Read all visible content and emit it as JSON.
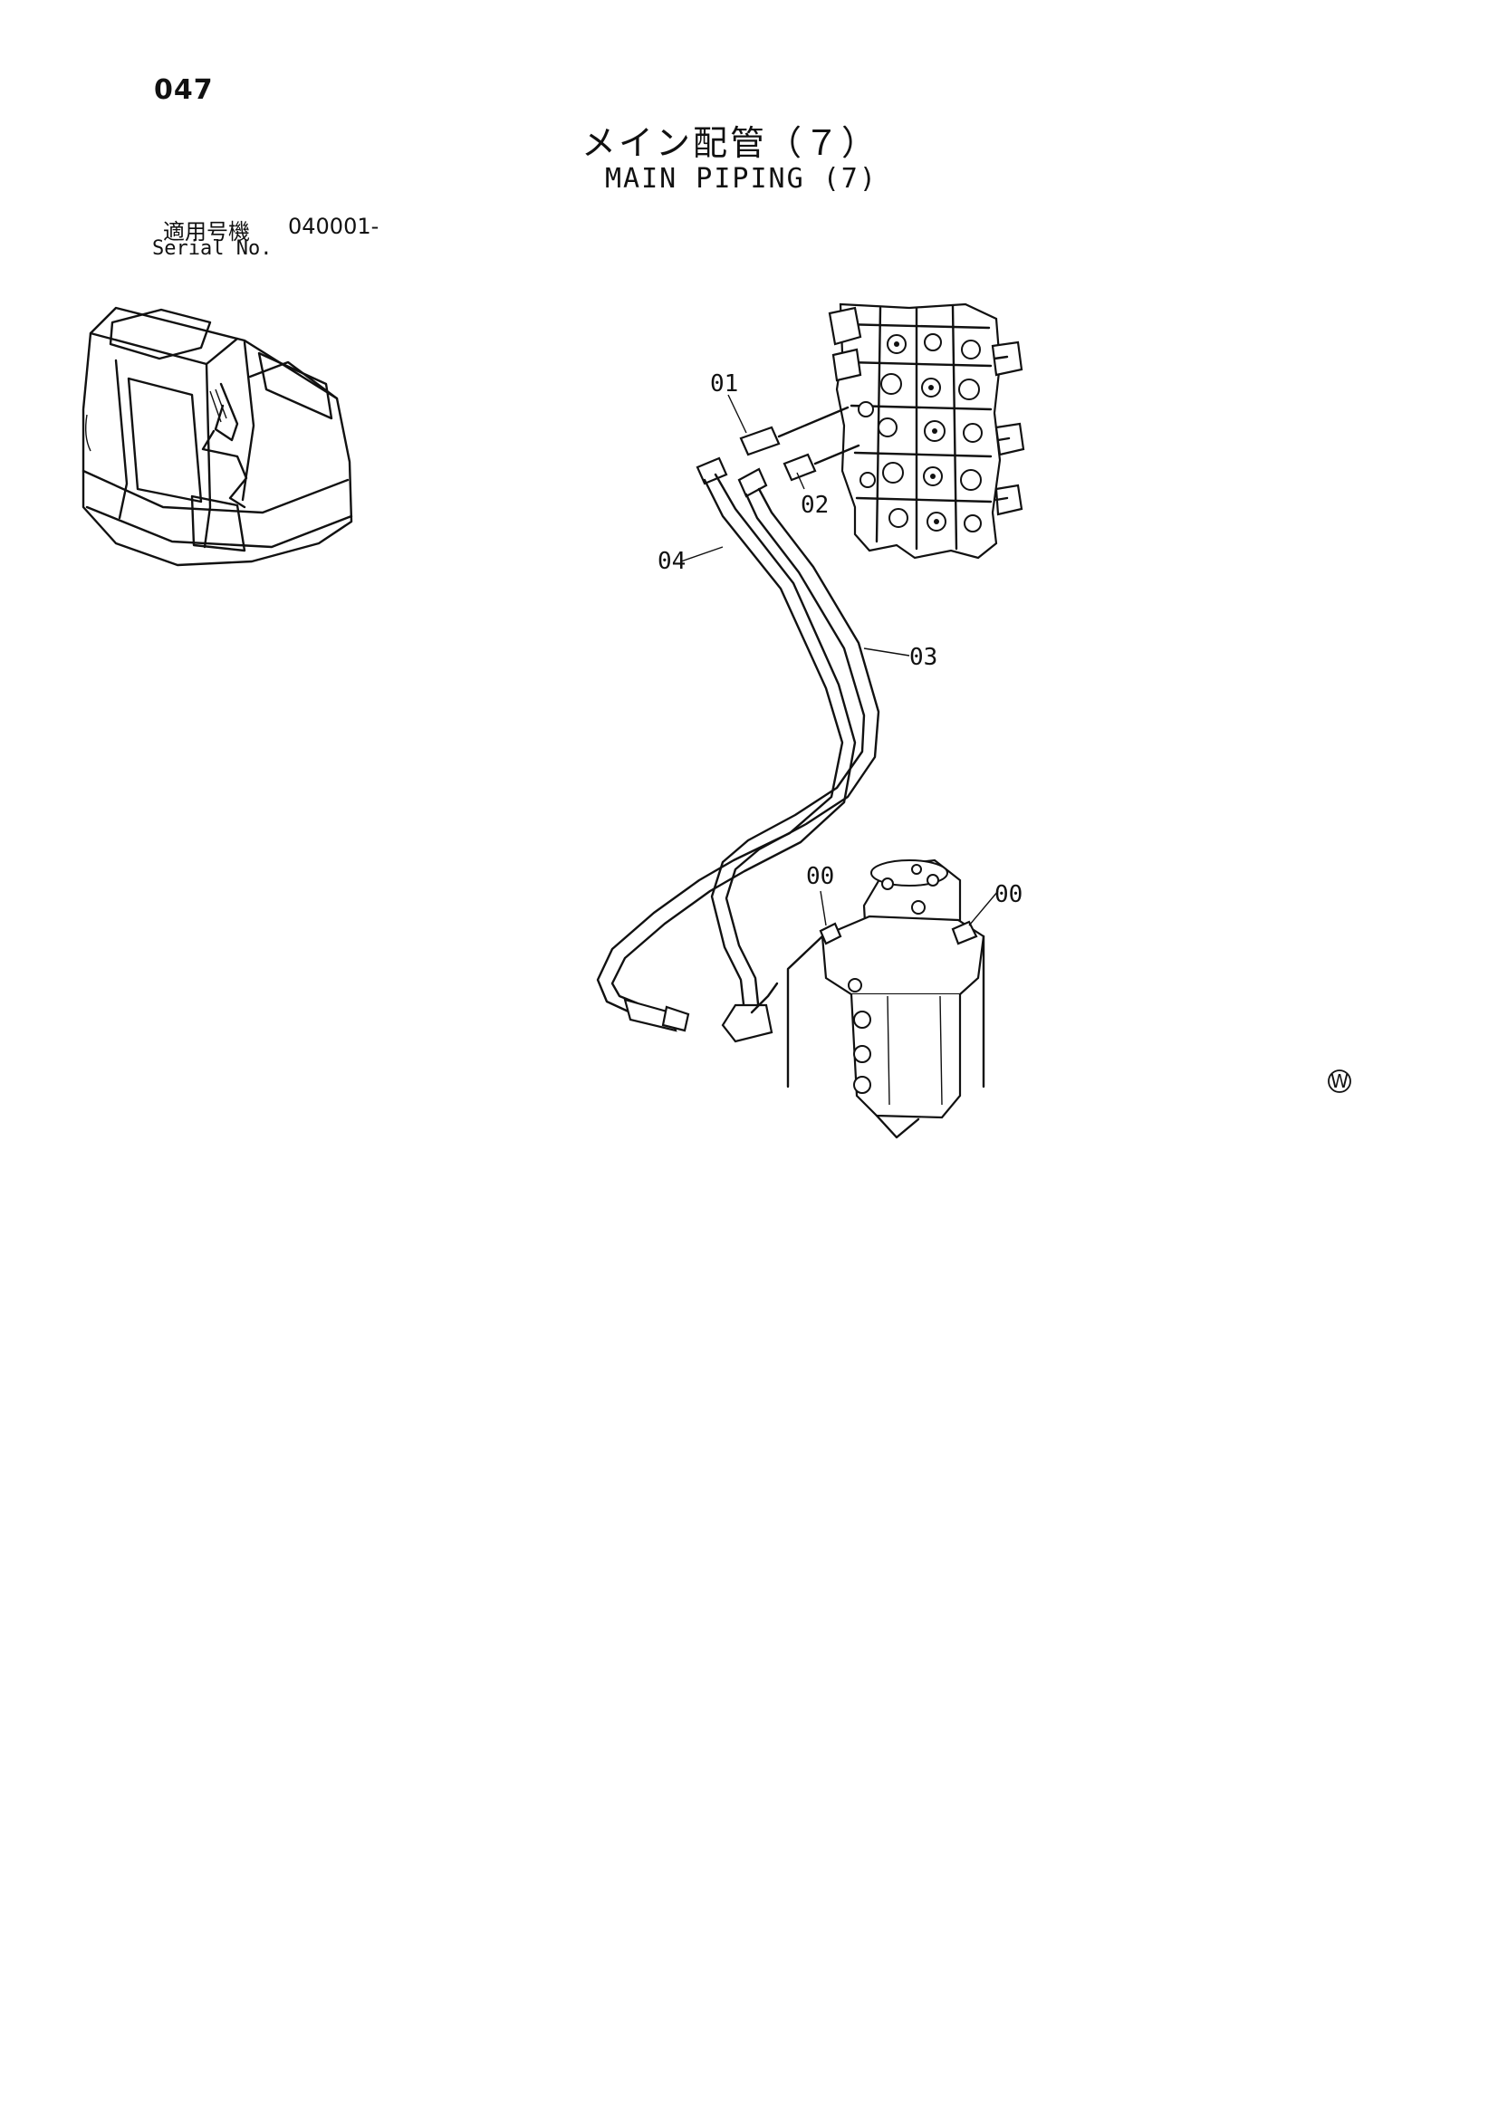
{
  "page": {
    "number": "047"
  },
  "title": {
    "japanese": "メイン配管（７）",
    "english": "MAIN PIPING (7)"
  },
  "serial": {
    "label_ja": "適用号機",
    "value": "040001-",
    "label_en": "Serial No."
  },
  "callouts": {
    "c01": "01",
    "c02": "02",
    "c03": "03",
    "c04": "04",
    "c00a": "00",
    "c00b": "00"
  },
  "mark": {
    "symbol": "W"
  }
}
